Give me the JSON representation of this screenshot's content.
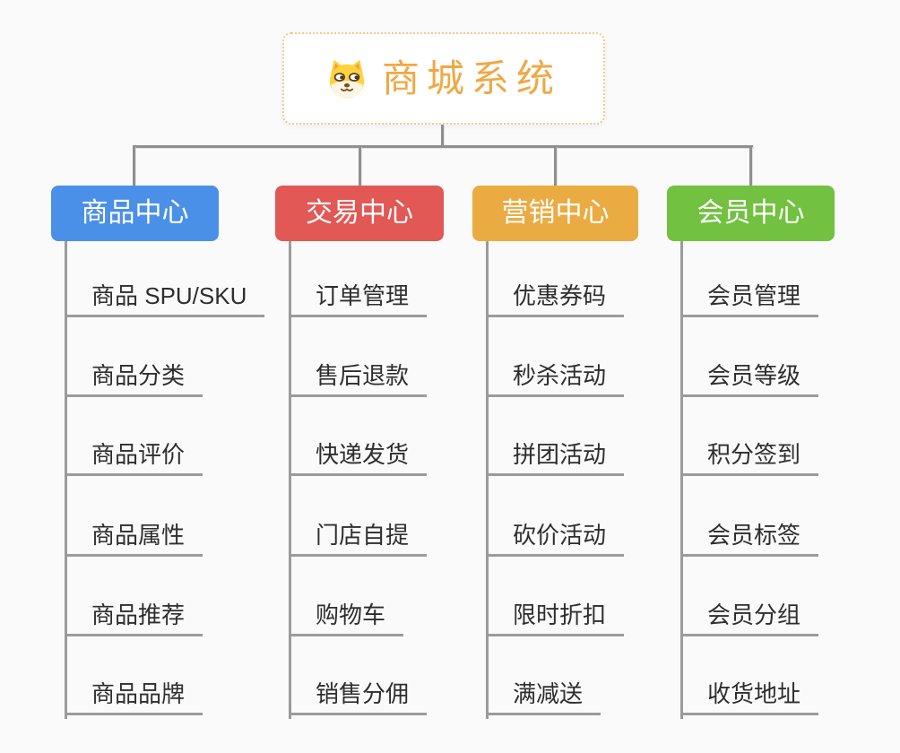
{
  "root": {
    "title": "商城系统",
    "icon": "dog-face-icon",
    "accent_color": "#f0a844",
    "border_color": "#f3c88e"
  },
  "connector_color": "#8f8f8f",
  "branches": [
    {
      "label": "商品中心",
      "color": "#4b90e8",
      "items": [
        "商品 SPU/SKU",
        "商品分类",
        "商品评价",
        "商品属性",
        "商品推荐",
        "商品品牌"
      ]
    },
    {
      "label": "交易中心",
      "color": "#e15854",
      "items": [
        "订单管理",
        "售后退款",
        "快递发货",
        "门店自提",
        "购物车",
        "销售分佣"
      ]
    },
    {
      "label": "营销中心",
      "color": "#ebab43",
      "items": [
        "优惠券码",
        "秒杀活动",
        "拼团活动",
        "砍价活动",
        "限时折扣",
        "满减送"
      ]
    },
    {
      "label": "会员中心",
      "color": "#72c140",
      "items": [
        "会员管理",
        "会员等级",
        "积分签到",
        "会员标签",
        "会员分组",
        "收货地址"
      ]
    }
  ]
}
